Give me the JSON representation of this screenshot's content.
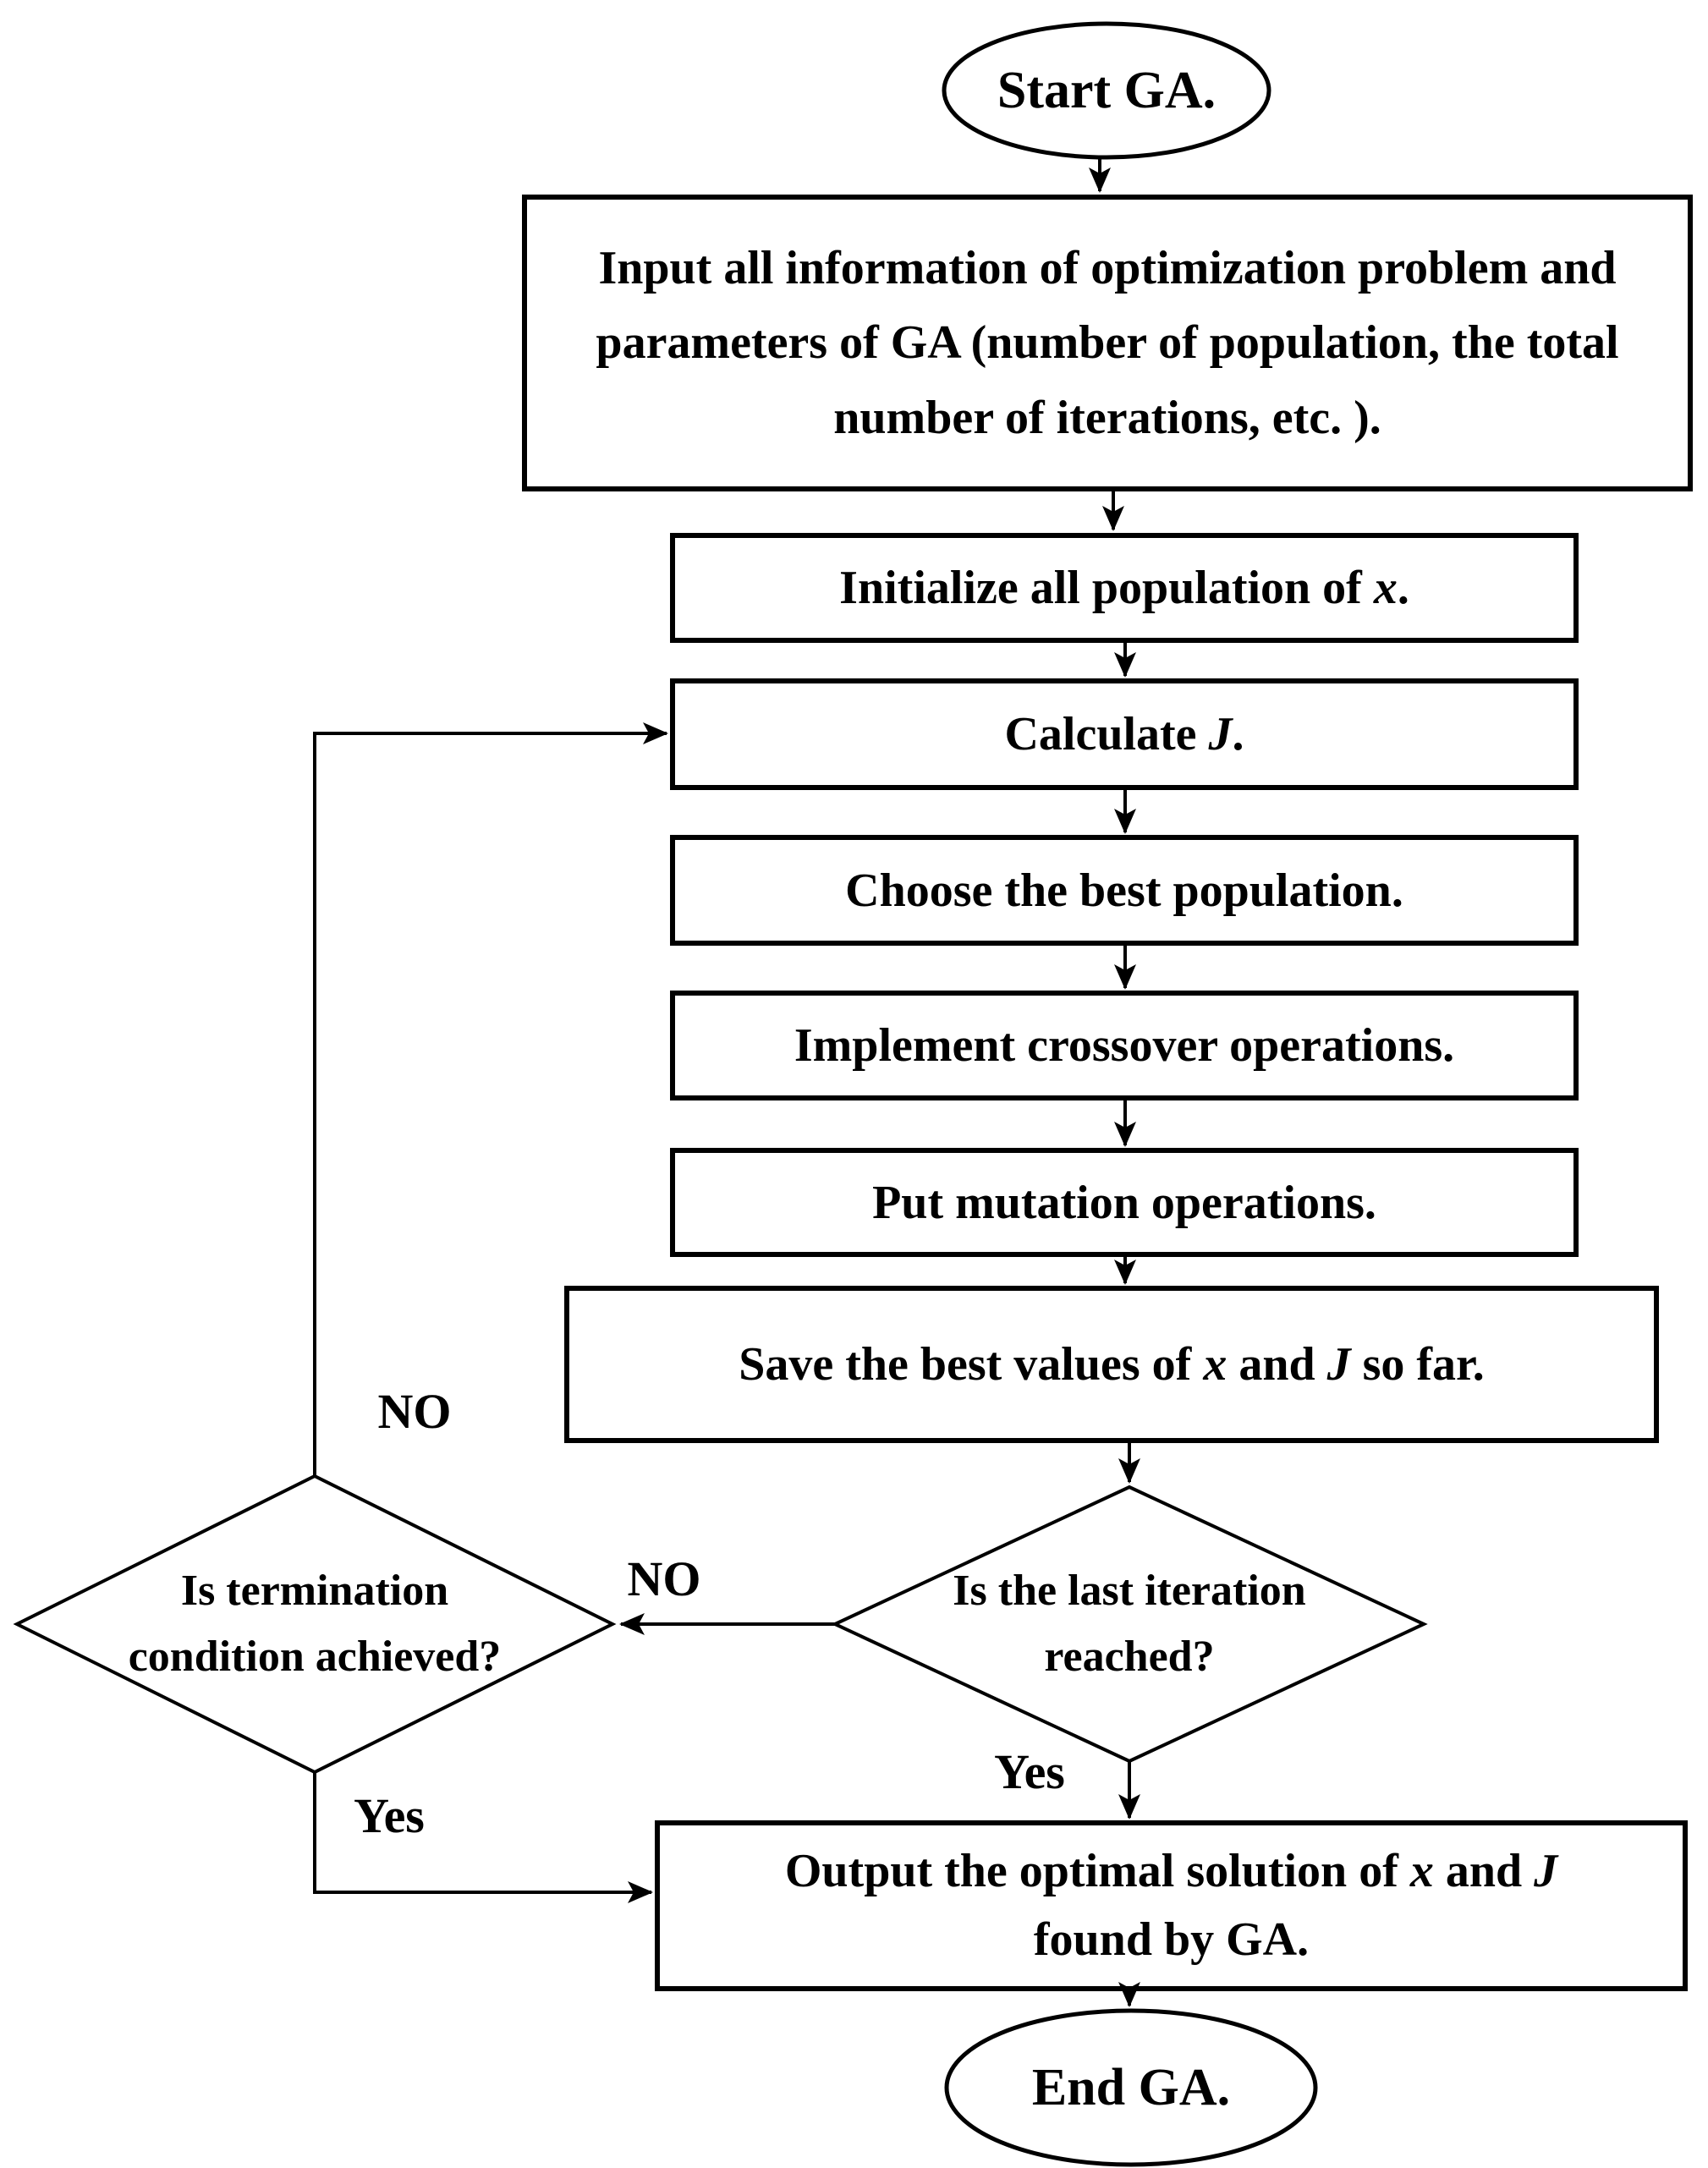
{
  "figure": {
    "background_color": "#ffffff",
    "stroke_color": "#000000"
  },
  "nodes": {
    "start": {
      "label": "Start GA."
    },
    "input": {
      "lines": [
        "Input all information of optimization problem and",
        "parameters of GA (number of population, the total",
        "number of iterations, etc. )."
      ]
    },
    "initialize": {
      "pre": "Initialize all population of ",
      "var": "x",
      "post": "."
    },
    "calculate": {
      "pre": "Calculate ",
      "var": "J",
      "post": "."
    },
    "choose": {
      "label": "Choose the best population."
    },
    "crossover": {
      "label": "Implement crossover operations."
    },
    "mutation": {
      "label": "Put mutation operations."
    },
    "save": {
      "pre": "Save the best values of ",
      "var1": "x",
      "mid": " and ",
      "var2": "J",
      "post": " so far."
    },
    "last_iteration_decision": {
      "line1": "Is the last iteration",
      "line2": "reached?"
    },
    "termination_decision": {
      "line1": "Is termination",
      "line2": "condition achieved?"
    },
    "output": {
      "line1_pre": "Output the optimal solution of ",
      "line1_var1": "x",
      "line1_mid": " and ",
      "line1_var2": "J",
      "line2": "found by GA."
    },
    "end": {
      "label": "End GA."
    }
  },
  "edge_labels": {
    "no_loop": "NO",
    "no_between_diamonds": "NO",
    "yes_termination": "Yes",
    "yes_last_iteration": "Yes"
  }
}
